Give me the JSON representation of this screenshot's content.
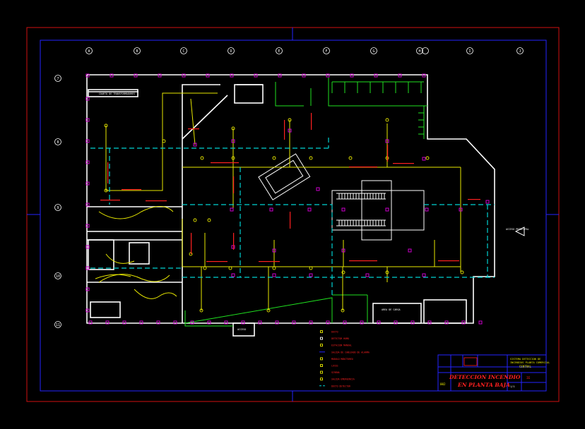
{
  "drawing": {
    "background": "#000000",
    "colors": {
      "frame_outer": "#d01010",
      "frame_inner": "#2323ff",
      "walls": "#ffffff",
      "wiring": "#e8e800",
      "ducts": "#00d2d2",
      "devices": "#cc00cc",
      "text_red": "#ff2020",
      "green": "#20e020"
    },
    "grid_columns": [
      "A",
      "B",
      "C",
      "D",
      "E",
      "F",
      "G",
      "H",
      "I",
      "J"
    ],
    "grid_rows": [
      "7",
      "8",
      "9",
      "10",
      "11"
    ],
    "room_labels": [
      "CUARTO DE TRANSFORMADORES",
      "AREA DE CARGA",
      "ACCESO",
      "ACCESO PRINCIPAL"
    ],
    "legend_items": [
      "DUCTO",
      "DETECTOR HUMO",
      "ESTACION MANUAL",
      "SALIDA DE CABLEADO DE ALARMA",
      "MODULO MONITOREO",
      "LUCES",
      "SIRENA",
      "SALIDA EMERGENCIA",
      "DUCTO DETECTOR"
    ],
    "title_block": {
      "title_line1": "DETECCION INCENDIO",
      "title_line2": "EN PLANTA BAJA",
      "company_line1": "SISTEMA DETECCION DE",
      "company_line2": "INCENDIOS PLANTA COMERCIAL",
      "project": "CENTRAL",
      "sheet": "IE",
      "plan_no": "1/1",
      "code": "002"
    }
  }
}
